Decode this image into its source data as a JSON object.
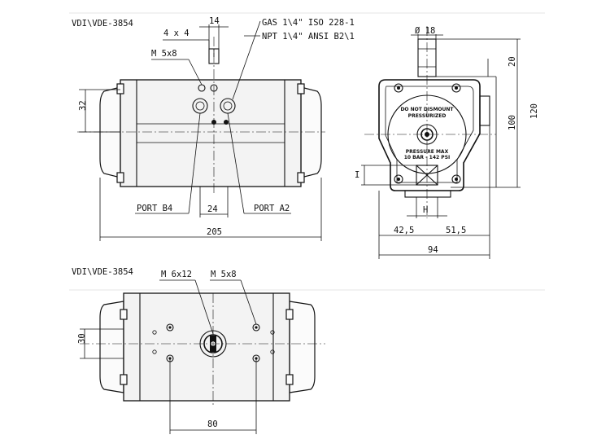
{
  "views": {
    "top": {
      "title": "VDI\\VDE-3854",
      "thread_label": "M 5x8",
      "slot_label": "4 x 4",
      "shaft_width": "14",
      "height_dim": "32",
      "port_spacing": "24",
      "overall_length": "205",
      "port_b": "PORT B4",
      "port_a": "PORT A2"
    },
    "side": {
      "gas_thread": "GAS 1\\4\" ISO 228-1",
      "npt_thread": "NPT 1\\4\" ANSI B2\\1",
      "shaft_diameter": "Ø 18",
      "shaft_height": "20",
      "body_height": "100",
      "overall_height": "120",
      "left_offset": "42,5",
      "right_offset": "51,5",
      "overall_width": "94",
      "square_label": "H",
      "offset_label": "I",
      "warning_line1": "DO NOT DISMOUNT",
      "warning_line2": "PRESSURIZED",
      "pressure_line1": "PRESSURE MAX",
      "pressure_line2": "10 BAR - 142 PSI"
    },
    "bottom": {
      "title": "VDI\\VDE-3854",
      "thread_label_1": "M 6x12",
      "thread_label_2": "M 5x8",
      "height_dim": "30",
      "bolt_spacing": "80"
    }
  },
  "colors": {
    "line": "#111111",
    "body": "#f3f3f3",
    "background": "#ffffff"
  }
}
